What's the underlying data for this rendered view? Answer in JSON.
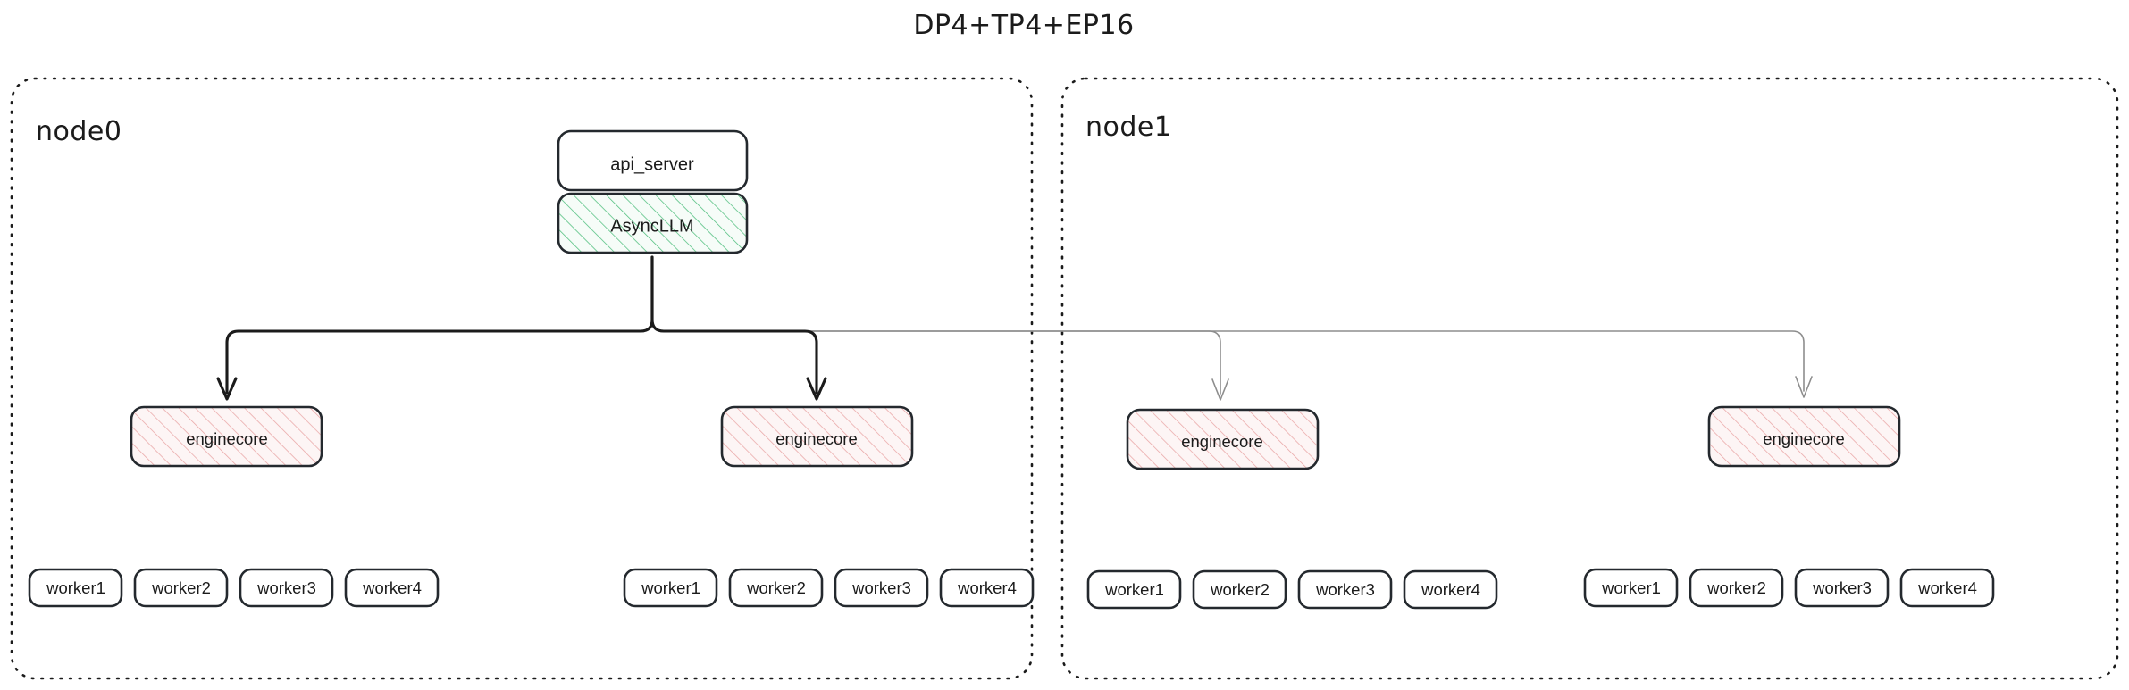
{
  "title": "DP4+TP4+EP16",
  "colors": {
    "background": "#ffffff",
    "text": "#1b1b1b",
    "node_border": "#24292e",
    "cluster_border": "#1b1b1b",
    "green_hatch": "#4fbf7d",
    "green_fill": "#f4fbf6",
    "pink_hatch": "#e9a6a6",
    "pink_fill": "#fdf4f4",
    "edge_dark": "#1b1b1b",
    "edge_light": "#8d8d8d"
  },
  "clusters": [
    {
      "id": "node0",
      "label": "node0"
    },
    {
      "id": "node1",
      "label": "node1"
    }
  ],
  "nodes": {
    "api_server": {
      "label": "api_server",
      "style": "plain"
    },
    "async_llm": {
      "label": "AsyncLLM",
      "style": "green-hatched"
    },
    "enginecore": {
      "label": "enginecore",
      "style": "pink-hatched"
    }
  },
  "node0": {
    "label": "node0",
    "api_server": "api_server",
    "async_llm": "AsyncLLM",
    "enginecores": [
      {
        "label": "enginecore",
        "workers": [
          "worker1",
          "worker2",
          "worker3",
          "worker4"
        ]
      },
      {
        "label": "enginecore",
        "workers": [
          "worker1",
          "worker2",
          "worker3",
          "worker4"
        ]
      }
    ]
  },
  "node1": {
    "label": "node1",
    "enginecores": [
      {
        "label": "enginecore",
        "workers": [
          "worker1",
          "worker2",
          "worker3",
          "worker4"
        ]
      },
      {
        "label": "enginecore",
        "workers": [
          "worker1",
          "worker2",
          "worker3",
          "worker4"
        ]
      }
    ]
  },
  "edges": [
    {
      "from": "AsyncLLM",
      "to": "enginecore-0-0",
      "weight": "dark"
    },
    {
      "from": "AsyncLLM",
      "to": "enginecore-0-1",
      "weight": "dark"
    },
    {
      "from": "AsyncLLM",
      "to": "enginecore-1-0",
      "weight": "light"
    },
    {
      "from": "AsyncLLM",
      "to": "enginecore-1-1",
      "weight": "light"
    }
  ]
}
